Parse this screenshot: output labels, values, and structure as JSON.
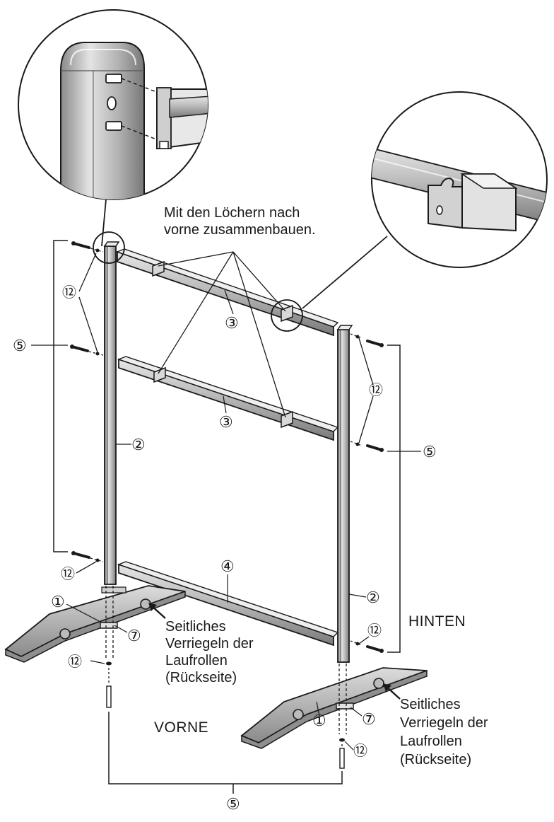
{
  "annotations": {
    "assembly_note": [
      "Mit den Löchern nach",
      "vorne zusammenbauen."
    ],
    "caster_lock_left": [
      "Seitliches",
      "Verriegeln der",
      "Laufrollen",
      "(Rückseite)"
    ],
    "caster_lock_right": [
      "Seitliches",
      "Verriegeln der",
      "Laufrollen",
      "(Rückseite)"
    ],
    "side_back": "HINTEN",
    "side_front": "VORNE"
  },
  "part_numbers": {
    "base_foot": "①",
    "upright": "②",
    "crossbar_with_brackets": "③",
    "bottom_crossbar": "④",
    "screw": "⑤",
    "base_plate": "⑦",
    "washer": "⑫"
  },
  "colors": {
    "line": "#1a1a1a",
    "metal_light": "#d6d6d6",
    "metal_mid": "#a8a8a8",
    "metal_dark": "#6e6e6e"
  }
}
